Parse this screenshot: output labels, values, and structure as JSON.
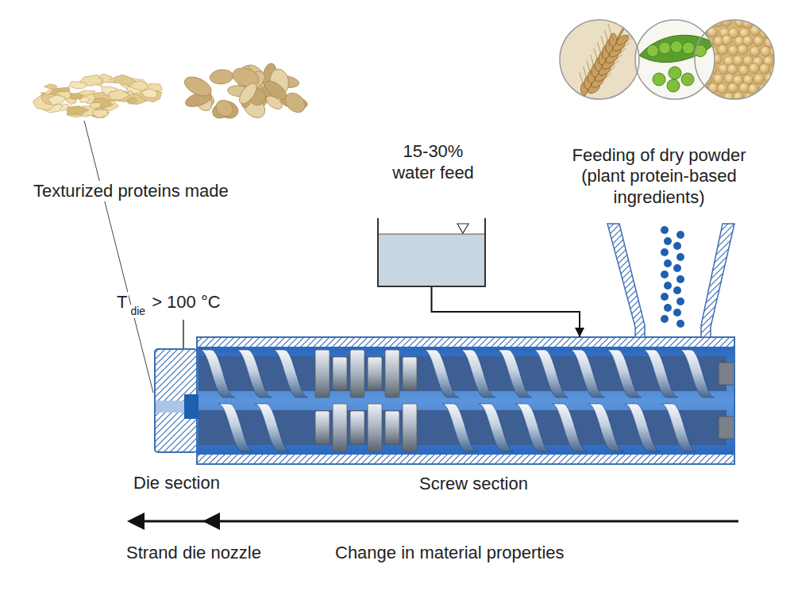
{
  "diagram": {
    "nodes": [
      {
        "text": [
          "15-30% water feed"
        ]
      },
      {
        "text": [
          "Feeding of dry powder (plant protein-based ingredients)"
        ]
      },
      {
        "text": [
          "Screw section"
        ]
      },
      {
        "text": [
          "Die section"
        ]
      }
    ],
    "edges": [
      {
        "from": 0,
        "to": 2,
        "arrow": "to"
      }
    ],
    "labels": [
      "Texturized proteins made",
      "T",
      "die",
      "> 100 °C",
      "Strand die nozzle",
      "Change in material properties"
    ]
  }
}
